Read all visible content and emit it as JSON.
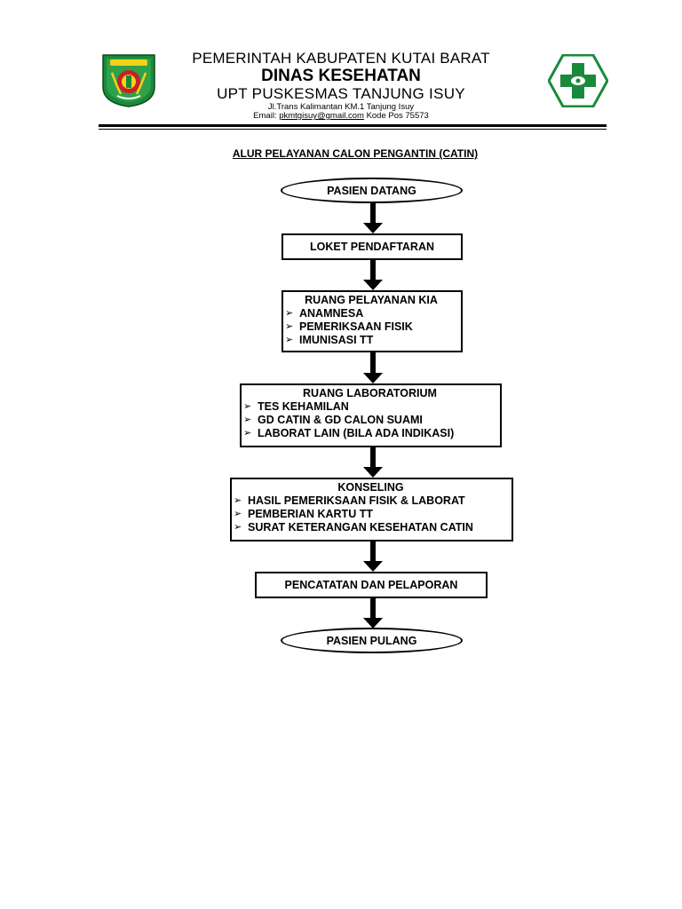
{
  "header": {
    "line1": "PEMERINTAH KABUPATEN KUTAI BARAT",
    "line2": "DINAS KESEHATAN",
    "line3": "UPT PUSKESMAS TANJUNG ISUY",
    "address": "Jl.Trans Kalimantan KM.1 Tanjung Isuy",
    "email_label": "Email:",
    "email": "pkmtgisuy@gmail.com",
    "postal": "Kode Pos 75573",
    "logo_left_icon": "kutai-barat-regency-emblem-icon",
    "logo_right_icon": "puskesmas-green-cross-icon",
    "colors": {
      "green": "#1a8a3a",
      "red": "#c8202a",
      "yellow": "#f2d21b"
    }
  },
  "title": "ALUR PELAYANAN CALON PENGANTIN (CATIN)",
  "flow": {
    "start": "PASIEN DATANG",
    "step1": "LOKET PENDAFTARAN",
    "step2": {
      "heading": "RUANG PELAYANAN KIA",
      "items": [
        "ANAMNESA",
        "PEMERIKSAAN FISIK",
        "IMUNISASI TT"
      ]
    },
    "step3": {
      "heading": "RUANG LABORATORIUM",
      "items": [
        "TES KEHAMILAN",
        "GD CATIN & GD CALON SUAMI",
        "LABORAT LAIN (BILA ADA INDIKASI)"
      ]
    },
    "step4": {
      "heading": "KONSELING",
      "items": [
        "HASIL PEMERIKSAAN FISIK & LABORAT",
        "PEMBERIAN KARTU TT",
        "SURAT KETERANGAN KESEHATAN CATIN"
      ]
    },
    "step5": "PENCATATAN DAN PELAPORAN",
    "end": "PASIEN PULANG",
    "bullet": "➢"
  }
}
